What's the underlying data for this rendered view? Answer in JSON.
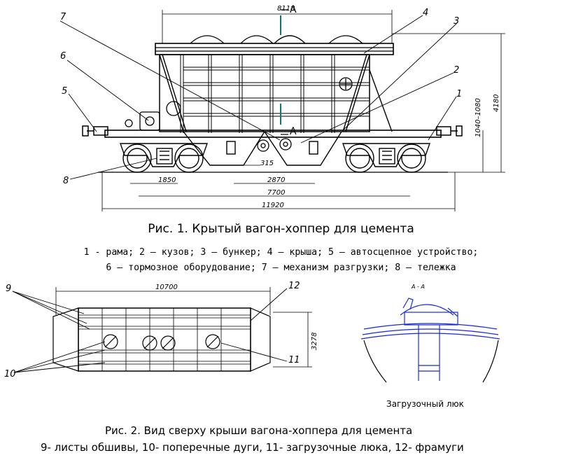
{
  "figure1": {
    "caption": "Рис. 1. Крытый вагон-хоппер для цемента",
    "legend_line1": "1 - рама; 2 – кузов; 3 – бункер; 4 – крыша; 5 – автосцепное устройство;",
    "legend_line2": "6 – тормозное оборудование; 7 – механизм разгрузки; 8 – тележка",
    "callouts": [
      "1",
      "2",
      "3",
      "4",
      "5",
      "6",
      "7",
      "8"
    ],
    "section_mark": "А",
    "dimensions": {
      "top_length": "8118",
      "height_total": "4180",
      "height_range": "1040–1080",
      "d315": "315",
      "d1850": "1850",
      "d2870": "2870",
      "d7700": "7700",
      "d11920": "11920"
    }
  },
  "figure2": {
    "caption": "Рис. 2.  Вид сверху крыши  вагона-хоппера для цемента",
    "legend": "9- листы обшивы, 10- поперечные дуги, 11-  загрузочные люка, 12- фрамуги",
    "callouts": [
      "9",
      "10",
      "11",
      "12"
    ],
    "dimensions": {
      "length": "10700",
      "width": "3278"
    }
  },
  "section_view": {
    "title": "А - А",
    "label": "Загрузочный люк"
  },
  "colors": {
    "line": "#000000",
    "section_line": "#1a2bd6",
    "marker": "#0e7a6e"
  }
}
